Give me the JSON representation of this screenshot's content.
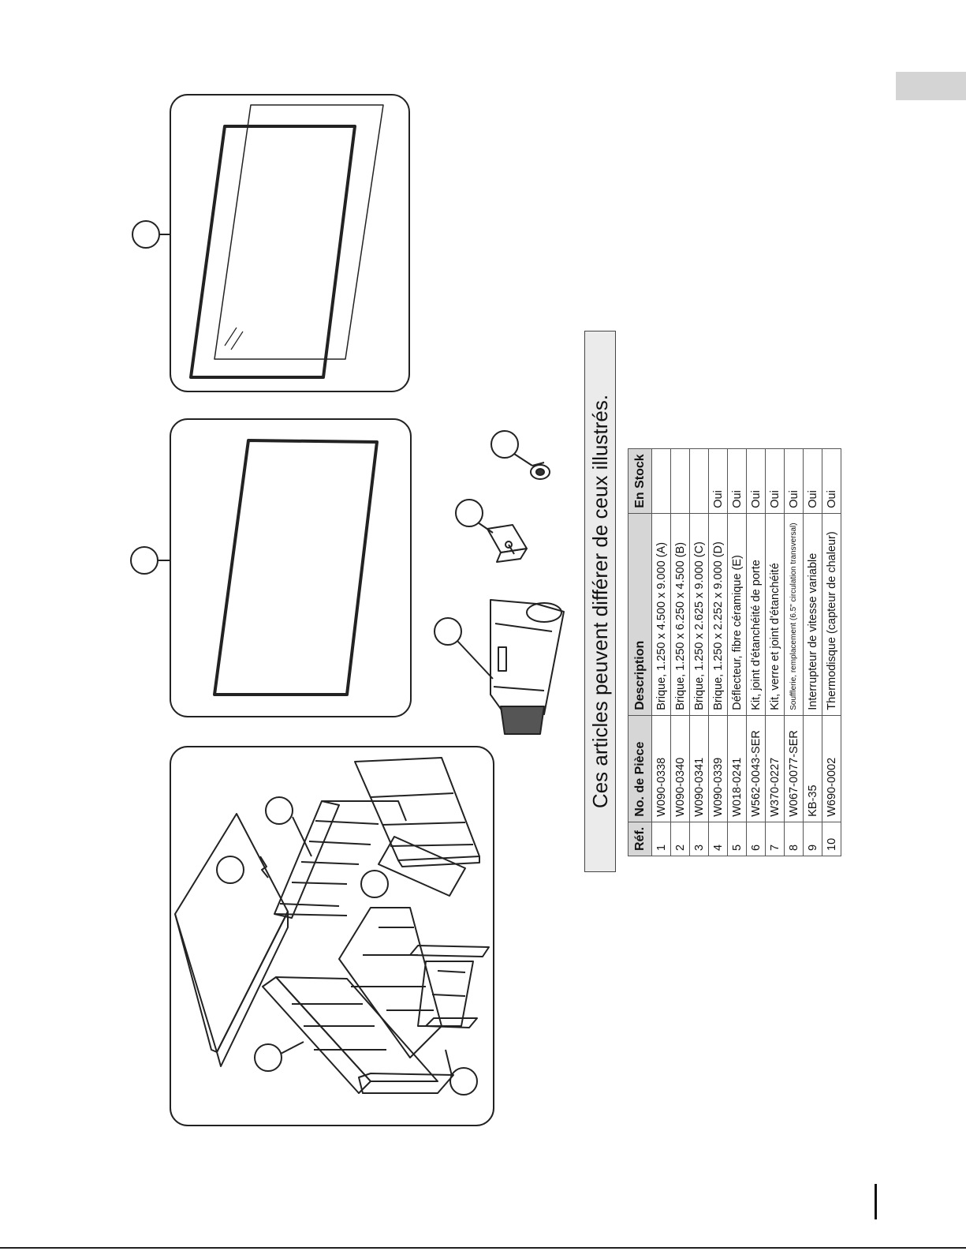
{
  "banner": "Ces articles peuvent différer de ceux illustrés.",
  "headers": {
    "ref": "Réf.",
    "part": "No. de Pièce",
    "desc": "Description",
    "stock": "En Stock"
  },
  "rows": [
    {
      "ref": "1",
      "part": "W090-0338",
      "desc": "Brique, 1.250 x 4.500 x 9.000 (A)",
      "stock": ""
    },
    {
      "ref": "2",
      "part": "W090-0340",
      "desc": "Brique, 1.250 x 6.250 x 4.500 (B)",
      "stock": ""
    },
    {
      "ref": "3",
      "part": "W090-0341",
      "desc": "Brique, 1.250 x 2.625 x 9.000 (C)",
      "stock": ""
    },
    {
      "ref": "4",
      "part": "W090-0339",
      "desc": "Brique, 1.250 x 2.252 x 9.000 (D)",
      "stock": "Oui"
    },
    {
      "ref": "5",
      "part": "W018-0241",
      "desc": "Déflecteur, fibre céramique (E)",
      "stock": "Oui"
    },
    {
      "ref": "6",
      "part": "W562-0043-SER",
      "desc": "Kit, joint d'étanchéité de porte",
      "stock": "Oui"
    },
    {
      "ref": "7",
      "part": "W370-0227",
      "desc": "Kit, verre et joint d'étanchéité",
      "stock": "Oui"
    },
    {
      "ref": "8",
      "part": "W067-0077-SER",
      "desc": "Soufflerie, remplacement (6.5\" circulation transversal)",
      "stock": "Oui"
    },
    {
      "ref": "9",
      "part": "KB-35",
      "desc": "Interrupteur de vitesse variable",
      "stock": "Oui"
    },
    {
      "ref": "10",
      "part": "W690-0002",
      "desc": "Thermodisque (capteur de chaleur)",
      "stock": "Oui"
    }
  ]
}
